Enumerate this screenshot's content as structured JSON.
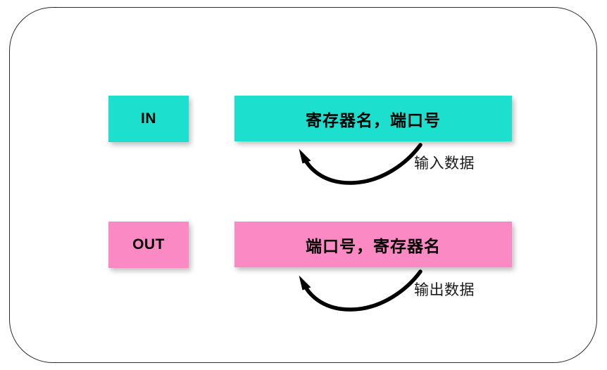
{
  "diagram": {
    "type": "instruction-format",
    "frame": {
      "border_color": "#2b2b2b",
      "background": "#ffffff"
    },
    "rows": [
      {
        "id": "in",
        "mnemonic": "IN",
        "operands": "寄存器名，端口号",
        "arrow_label": "输入数据",
        "color": "#1ce0cd",
        "arrow_direction": "right-to-left"
      },
      {
        "id": "out",
        "mnemonic": "OUT",
        "operands": "端口号，寄存器名",
        "arrow_label": "输出数据",
        "color": "#fb8ac4",
        "arrow_direction": "right-to-left"
      }
    ]
  }
}
